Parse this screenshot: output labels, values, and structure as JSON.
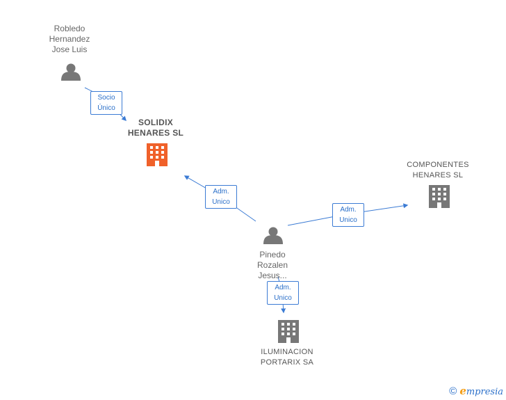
{
  "nodes": {
    "robledo": {
      "lines": [
        "Robledo",
        "Hernandez",
        "Jose Luis"
      ]
    },
    "solidix": {
      "lines": [
        "SOLIDIX",
        "HENARES SL"
      ]
    },
    "componentes": {
      "lines": [
        "COMPONENTES",
        "HENARES SL"
      ]
    },
    "pinedo": {
      "lines": [
        "Pinedo",
        "Rozalen",
        "Jesus..."
      ]
    },
    "iluminacion": {
      "lines": [
        "ILUMINACION",
        "PORTARIX SA"
      ]
    }
  },
  "relations": {
    "socio_unico": [
      "Socio",
      "Único"
    ],
    "adm_solidix": [
      "Adm.",
      "Unico"
    ],
    "adm_componentes": [
      "Adm.",
      "Unico"
    ],
    "adm_iluminacion": [
      "Adm.",
      "Unico"
    ]
  },
  "colors": {
    "edge": "#3b7bd4",
    "person": "#777777",
    "company": "#777777",
    "company_main": "#f0612a"
  },
  "footer": {
    "copyright": "©",
    "brand_initial": "e",
    "brand_rest": "mpresia"
  }
}
